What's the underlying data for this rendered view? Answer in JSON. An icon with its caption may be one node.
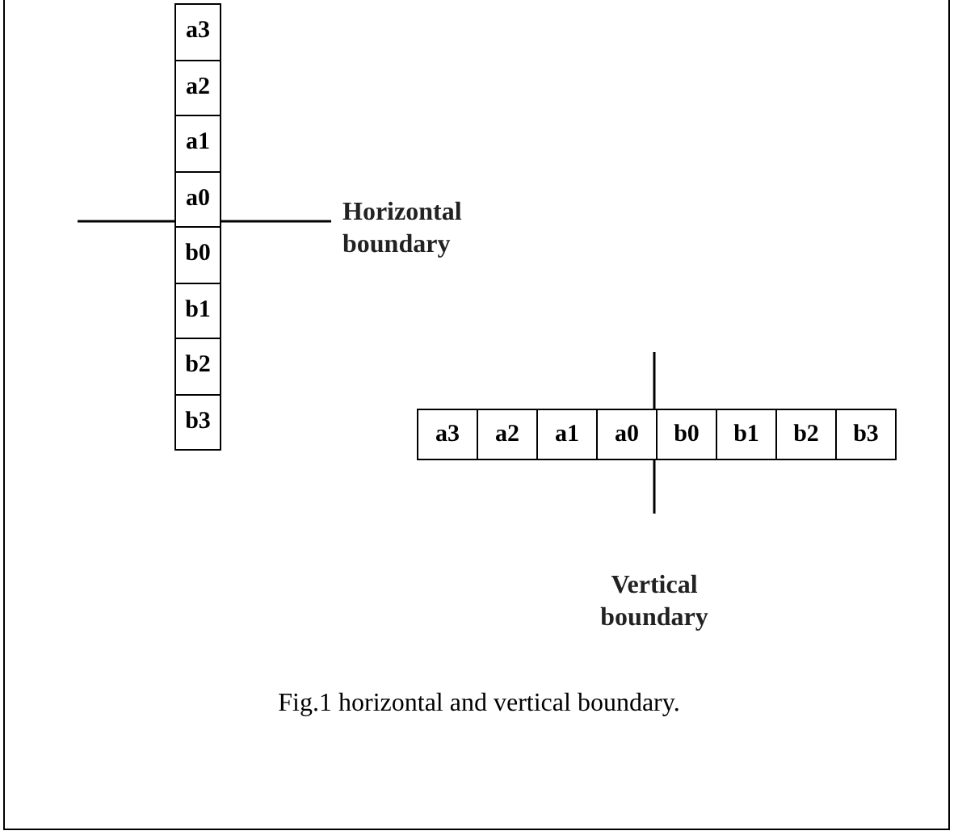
{
  "diagram": {
    "caption": "Fig.1 horizontal and vertical boundary.",
    "nodes": [
      {
        "text": [
          "a3"
        ]
      },
      {
        "text": [
          "a2"
        ]
      },
      {
        "text": [
          "a1"
        ]
      },
      {
        "text": [
          "a0"
        ]
      },
      {
        "text": [
          "b0"
        ]
      },
      {
        "text": [
          "b1"
        ]
      },
      {
        "text": [
          "b2"
        ]
      },
      {
        "text": [
          "b3"
        ]
      },
      {
        "text": [
          "a3"
        ]
      },
      {
        "text": [
          "a2"
        ]
      },
      {
        "text": [
          "a1"
        ]
      },
      {
        "text": [
          "a0"
        ]
      },
      {
        "text": [
          "b0"
        ]
      },
      {
        "text": [
          "b1"
        ]
      },
      {
        "text": [
          "b2"
        ]
      },
      {
        "text": [
          "b3"
        ]
      }
    ],
    "labels": [
      "Horizontal boundary",
      "Vertical boundary"
    ]
  }
}
